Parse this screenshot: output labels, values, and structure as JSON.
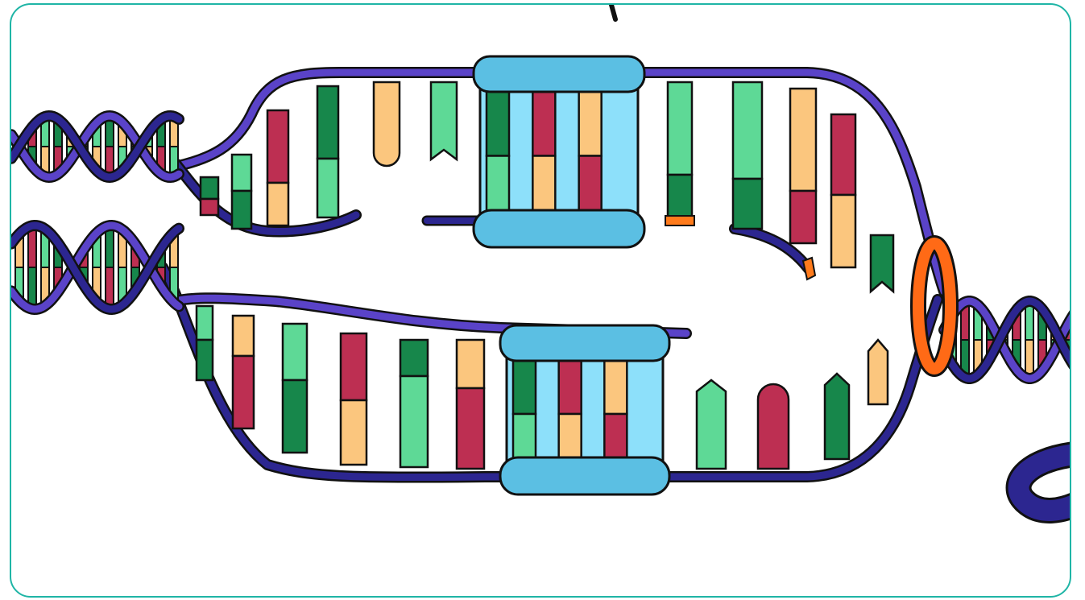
{
  "figure": {
    "type": "dna-replication-illustration",
    "frame_color": "#1fb5a6"
  },
  "colors": {
    "backbone": "#5a43c8",
    "backbone_dark": "#2c2690",
    "outline": "#111111",
    "base_a": "#fbc67e",
    "base_c": "#bd2f52",
    "base_g": "#5ed996",
    "base_t": "#17874b",
    "polymerase": "#5bbfe3",
    "polymerase_inner": "#8de0fa",
    "helicase": "#ff6a16",
    "primer": "#ff7b1c"
  },
  "elements": {
    "polymerase_count": 2,
    "helicase_count": 1,
    "primer_count": 2
  }
}
